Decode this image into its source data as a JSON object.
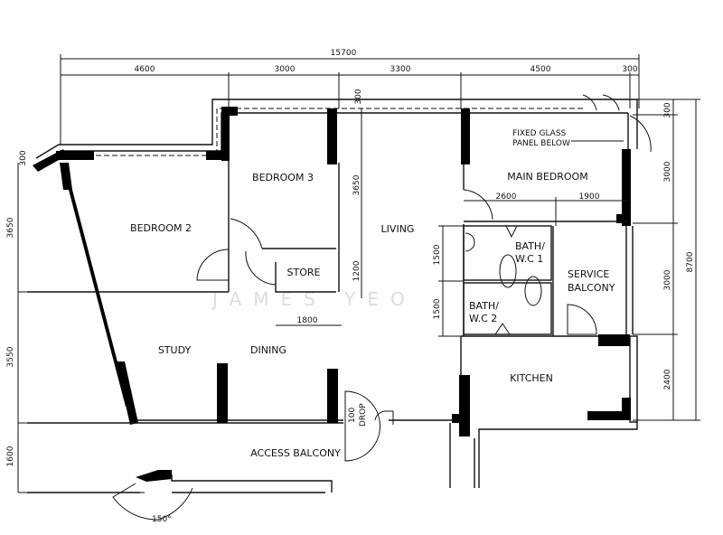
{
  "rooms": {
    "bedroom3": "BEDROOM 3",
    "bedroom2": "BEDROOM 2",
    "living": "LIVING",
    "main_bedroom": "MAIN BEDROOM",
    "store": "STORE",
    "bath1_a": "BATH/",
    "bath1_b": "W.C 1",
    "bath2_a": "BATH/",
    "bath2_b": "W.C 2",
    "service_a": "SERVICE",
    "service_b": "BALCONY",
    "study": "STUDY",
    "dining": "DINING",
    "kitchen": "KITCHEN",
    "access_balcony": "ACCESS BALCONY"
  },
  "notes": {
    "fixed_glass_a": "FIXED GLASS",
    "fixed_glass_b": "PANEL BELOW",
    "drop_a": "100",
    "drop_b": "DROP",
    "angle": "150°"
  },
  "dimensions": {
    "total_width": "15700",
    "top": [
      "4600",
      "3000",
      "3300",
      "4500",
      "300"
    ],
    "left": [
      "300",
      "3650",
      "3550",
      "1600"
    ],
    "right": [
      "300",
      "3000",
      "3000",
      "2400",
      "8700"
    ],
    "inner": [
      "300",
      "3650",
      "1200",
      "1800",
      "2600",
      "1900",
      "1500",
      "1500"
    ]
  },
  "watermark": "JAMES YEO"
}
